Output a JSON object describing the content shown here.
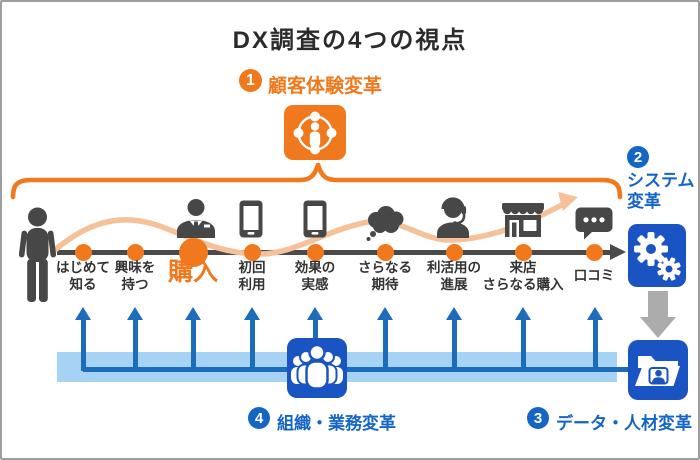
{
  "title": "DX調査の4つの視点",
  "perspective1": {
    "number": "1",
    "label": "顧客体験変革"
  },
  "perspective2": {
    "number": "2",
    "line1": "システム",
    "line2": "変革"
  },
  "perspective3": {
    "number": "3",
    "label": "データ・人材変革"
  },
  "perspective4": {
    "number": "4",
    "label": "組織・業務変革"
  },
  "journey": {
    "stages": [
      {
        "line1": "はじめて",
        "line2": "知る"
      },
      {
        "line1": "興味を",
        "line2": "持つ"
      },
      {
        "line1": "購入",
        "line2": ""
      },
      {
        "line1": "初回",
        "line2": "利用"
      },
      {
        "line1": "効果の",
        "line2": "実感"
      },
      {
        "line1": "さらなる",
        "line2": "期待"
      },
      {
        "line1": "利活用の",
        "line2": "進展"
      },
      {
        "line1": "来店",
        "line2": "さらなる購入"
      },
      {
        "line1": "口コミ",
        "line2": ""
      }
    ],
    "stage_icons": [
      "none",
      "none",
      "businessman",
      "smartphone",
      "smartphone",
      "thought-cloud",
      "support-agent",
      "store",
      "speech-bubble"
    ]
  },
  "colors": {
    "orange": "#f0791e",
    "wave_orange": "#f6c198",
    "icon_dark_gray": "#474747",
    "blue_text": "#1565c5",
    "blue_box": "#1a54c2",
    "blue_arrow": "#1c6cba",
    "light_blue_bar": "#a6d3f4",
    "gray_arrow": "#acacac"
  }
}
